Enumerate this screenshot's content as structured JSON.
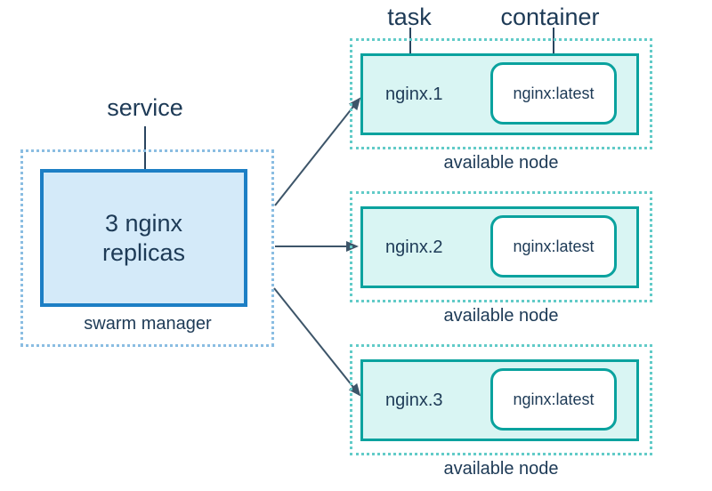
{
  "labels": {
    "service": "service",
    "task": "task",
    "container": "container"
  },
  "manager": {
    "service_text": "3 nginx replicas",
    "caption": "swarm manager"
  },
  "nodes": [
    {
      "task": "nginx.1",
      "image": "nginx:latest",
      "caption": "available node"
    },
    {
      "task": "nginx.2",
      "image": "nginx:latest",
      "caption": "available node"
    },
    {
      "task": "nginx.3",
      "image": "nginx:latest",
      "caption": "available node"
    }
  ],
  "colors": {
    "text_navy": "#1d3a56",
    "blue_border": "#1d7fc5",
    "blue_fill": "#d4eaf9",
    "blue_dotted": "#8abde2",
    "teal_border": "#0aa29e",
    "teal_fill": "#d9f5f3",
    "teal_dotted": "#62cbc8",
    "container_fill": "#ffffff",
    "arrow": "#3d5569"
  }
}
